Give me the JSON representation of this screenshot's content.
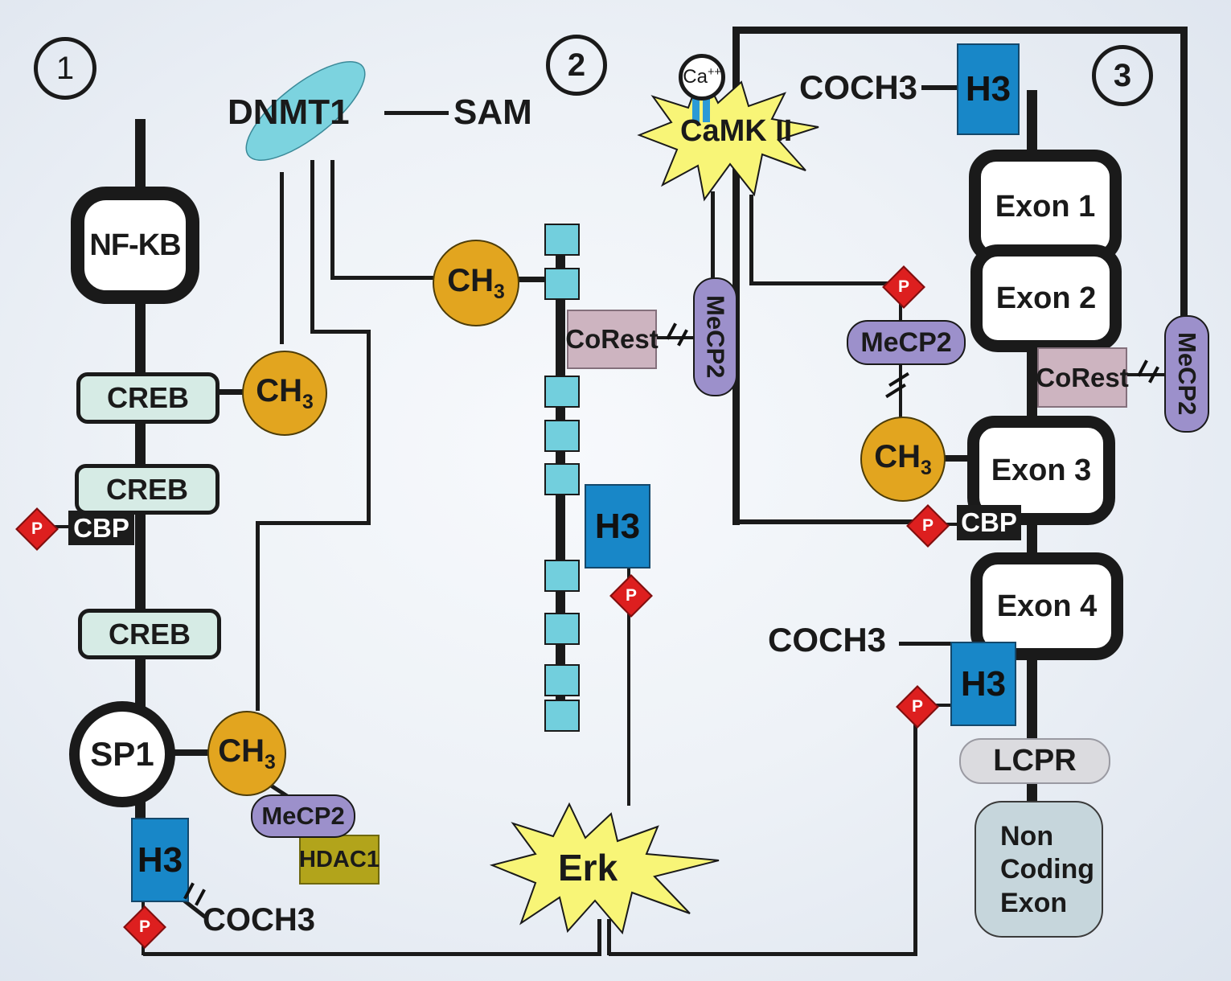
{
  "palette": {
    "line_black": "#1a1a1a",
    "h3_blue": "#1887c8",
    "methyl_orange": "#e2a51f",
    "mecp2_purple": "#9c90cb",
    "corest_pink": "#cdb4c0",
    "dnmt1_cyan": "#7cd3df",
    "chain_cyan": "#72cfdd",
    "kinase_yellow": "#f8f577",
    "hdac1_olive": "#b2a41b",
    "phospho_red": "#dd1f1f",
    "creb_mint": "#d6ebe5",
    "lcpr_gray": "#dbdbdf",
    "noncoding_bluegray": "#c6d6dc"
  },
  "markers": {
    "s1": "1",
    "s2": "2",
    "s3": "3"
  },
  "labels": {
    "nfkb": "NF-KB",
    "dnmt1": "DNMT1",
    "sam": "SAM",
    "creb": "CREB",
    "cbp": "CBP",
    "sp1": "SP1",
    "hdac1": "HDAC1",
    "h3": "H3",
    "coch3": "COCH3",
    "corest": "CoRest",
    "mecp2": "MeCP2",
    "camk": "CaMK II",
    "erk": "Erk",
    "lcpr": "LCPR",
    "p": "P",
    "ch3_main": "CH",
    "ch3_sub": "3",
    "ca_main": "Ca",
    "ca_sup": "++",
    "exon1": "Exon 1",
    "exon2": "Exon 2",
    "exon3": "Exon 3",
    "exon4": "Exon 4",
    "nce_line1": "Non",
    "nce_line2": "Coding",
    "nce_line3": "Exon"
  }
}
